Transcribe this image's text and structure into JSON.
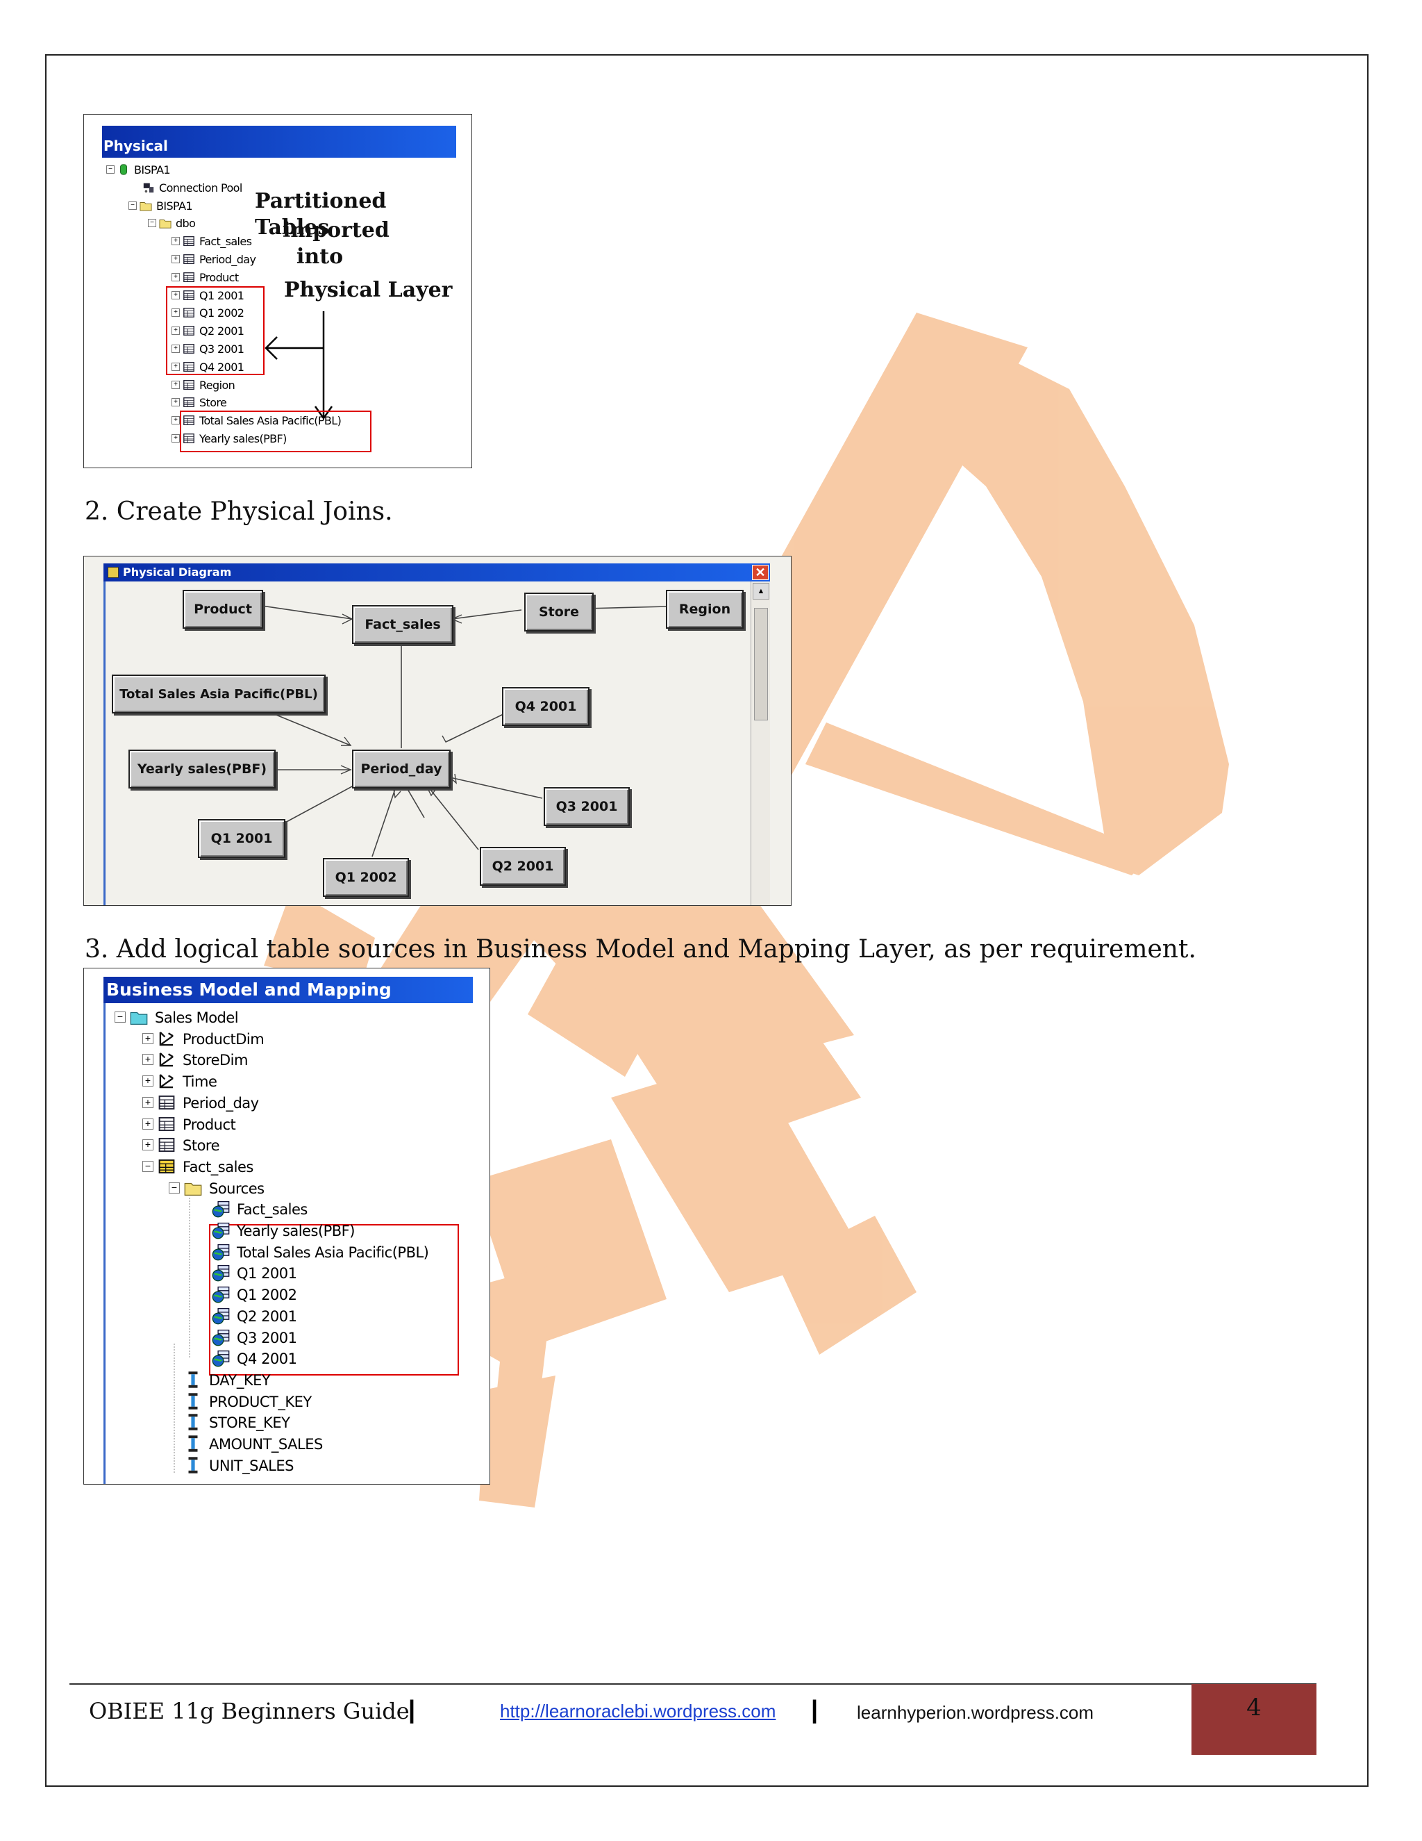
{
  "fig1": {
    "title": "Physical",
    "tree": [
      {
        "label": "BISPA1",
        "icon": "database-icon"
      },
      {
        "label": "Connection Pool",
        "icon": "connection-pool-icon"
      },
      {
        "label": "BISPA1",
        "icon": "catalog-folder-icon"
      },
      {
        "label": "dbo",
        "icon": "schema-folder-icon"
      },
      {
        "label": "Fact_sales",
        "icon": "table-icon"
      },
      {
        "label": "Period_day",
        "icon": "table-icon"
      },
      {
        "label": "Product",
        "icon": "table-icon"
      },
      {
        "label": "Q1 2001",
        "icon": "table-icon"
      },
      {
        "label": "Q1 2002",
        "icon": "table-icon"
      },
      {
        "label": "Q2 2001",
        "icon": "table-icon"
      },
      {
        "label": "Q3 2001",
        "icon": "table-icon"
      },
      {
        "label": "Q4 2001",
        "icon": "table-icon"
      },
      {
        "label": "Region",
        "icon": "table-icon"
      },
      {
        "label": "Store",
        "icon": "table-icon"
      },
      {
        "label": "Total Sales Asia Pacific(PBL)",
        "icon": "table-icon"
      },
      {
        "label": "Yearly sales(PBF)",
        "icon": "table-icon"
      }
    ],
    "annotation": [
      "Partitioned Tables",
      "imported",
      "into",
      "Physical Layer"
    ]
  },
  "heading2": "2. Create Physical Joins.",
  "fig2": {
    "title": "Physical Diagram",
    "nodes": {
      "product": "Product",
      "fact_sales": "Fact_sales",
      "store": "Store",
      "region": "Region",
      "total_sales": "Total Sales Asia Pacific(PBL)",
      "q4_2001": "Q4 2001",
      "yearly_sales": "Yearly sales(PBF)",
      "period_day": "Period_day",
      "q3_2001": "Q3 2001",
      "q1_2001": "Q1 2001",
      "q2_2001": "Q2 2001",
      "q1_2002": "Q1 2002"
    }
  },
  "heading3": "3. Add logical table sources in Business Model and Mapping Layer, as per requirement.",
  "fig3": {
    "title": "Business Model and Mapping",
    "tree": [
      {
        "label": "Sales Model",
        "icon": "business-model-icon"
      },
      {
        "label": "ProductDim",
        "icon": "hierarchy-icon"
      },
      {
        "label": "StoreDim",
        "icon": "hierarchy-icon"
      },
      {
        "label": "Time",
        "icon": "hierarchy-icon"
      },
      {
        "label": "Period_day",
        "icon": "logical-table-icon"
      },
      {
        "label": "Product",
        "icon": "logical-table-icon"
      },
      {
        "label": "Store",
        "icon": "logical-table-icon"
      },
      {
        "label": "Fact_sales",
        "icon": "fact-table-icon"
      },
      {
        "label": "Sources",
        "icon": "folder-open-icon"
      },
      {
        "label": "Fact_sales",
        "icon": "table-source-icon"
      },
      {
        "label": "Yearly sales(PBF)",
        "icon": "table-source-icon"
      },
      {
        "label": "Total Sales Asia Pacific(PBL)",
        "icon": "table-source-icon"
      },
      {
        "label": "Q1 2001",
        "icon": "table-source-icon"
      },
      {
        "label": "Q1 2002",
        "icon": "table-source-icon"
      },
      {
        "label": "Q2 2001",
        "icon": "table-source-icon"
      },
      {
        "label": "Q3 2001",
        "icon": "table-source-icon"
      },
      {
        "label": "Q4 2001",
        "icon": "table-source-icon"
      },
      {
        "label": "DAY_KEY",
        "icon": "column-icon"
      },
      {
        "label": "PRODUCT_KEY",
        "icon": "column-icon"
      },
      {
        "label": "STORE_KEY",
        "icon": "column-icon"
      },
      {
        "label": "AMOUNT_SALES",
        "icon": "column-icon"
      },
      {
        "label": "UNIT_SALES",
        "icon": "column-icon"
      }
    ]
  },
  "footer": {
    "guide": "OBIEE 11g  Beginners Guide",
    "separator": "|",
    "link1": "http://learnoraclebi.wordpress.com",
    "link2": "learnhyperion.wordpress.com",
    "page": "4"
  },
  "colors": {
    "watermark": "#f8c9a2",
    "footer_box": "#943634",
    "titlebar": "#0a2ea8",
    "highlight_box": "#d00000"
  }
}
